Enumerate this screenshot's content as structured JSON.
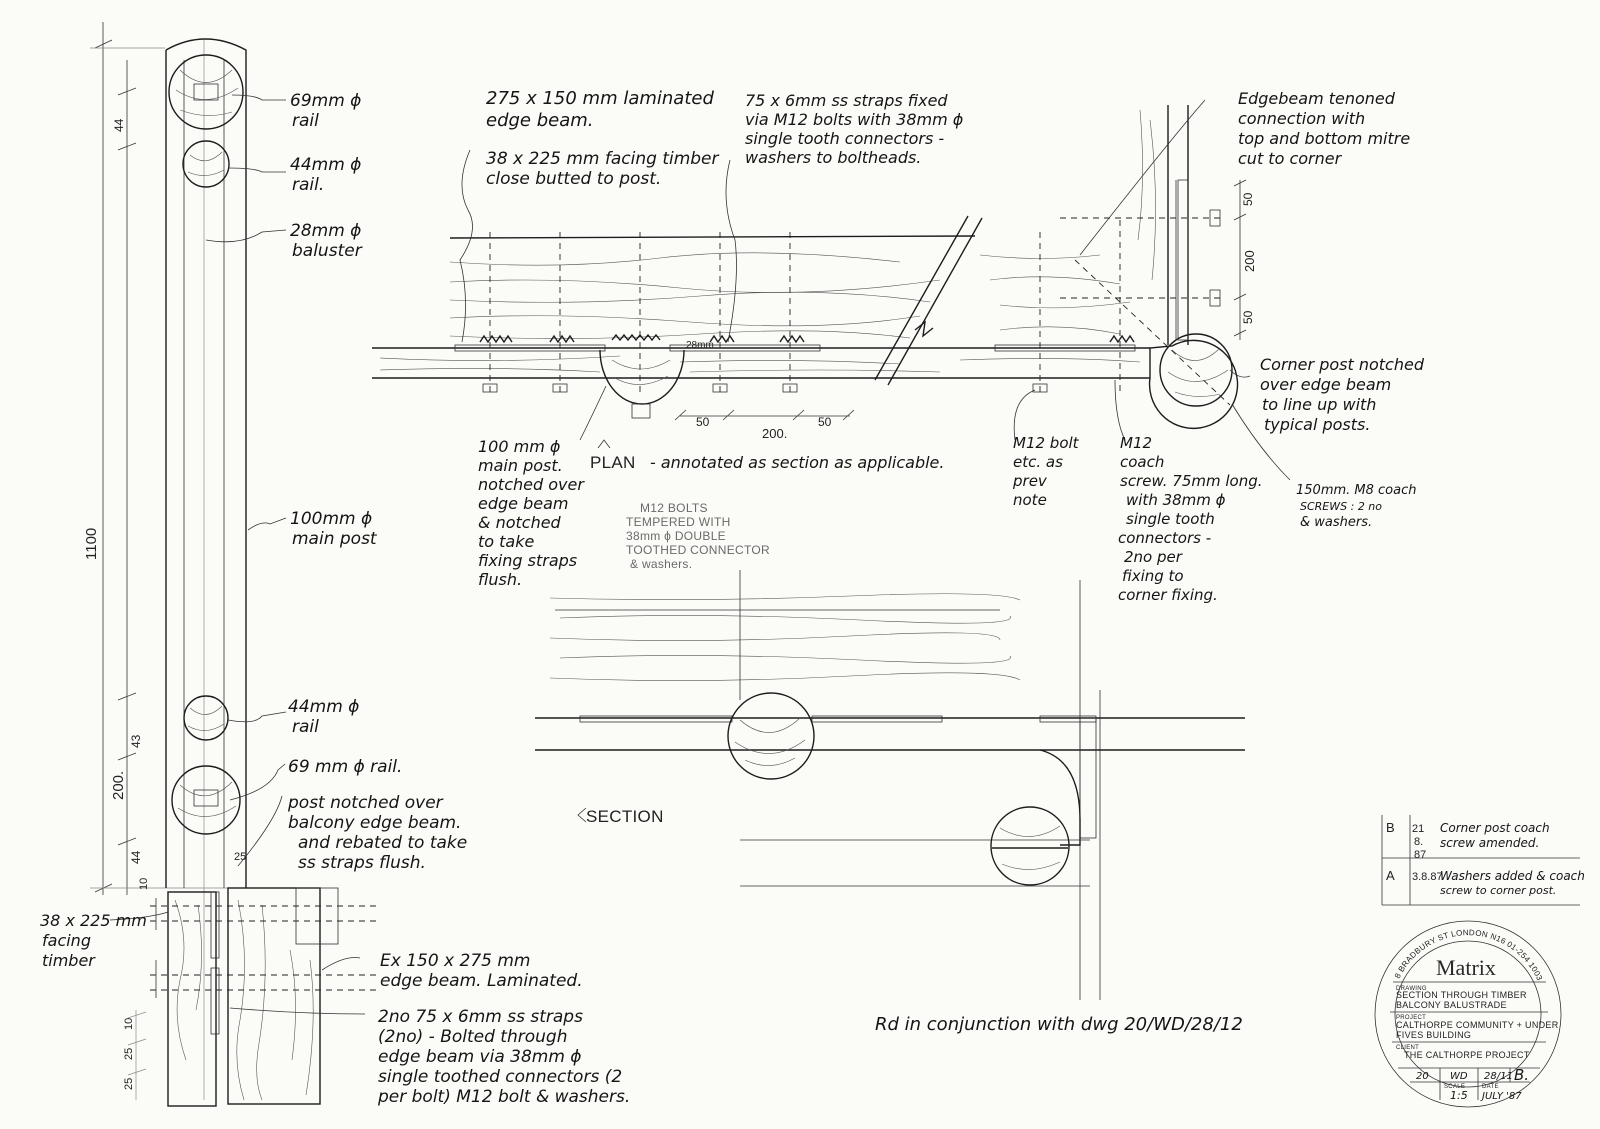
{
  "elevation": {
    "rail_top": [
      "69mm ϕ",
      "rail"
    ],
    "rail_second": [
      "44mm ϕ",
      "rail."
    ],
    "baluster": [
      "28mm ϕ",
      "baluster"
    ],
    "main_post": [
      "100mm ϕ",
      "main post"
    ],
    "rail_lower": [
      "44mm ϕ",
      "rail"
    ],
    "rail_bottom": "69 mm ϕ rail.",
    "post_note": [
      "post notched over",
      "balcony edge beam.",
      "and rebated to take",
      "ss straps flush."
    ],
    "facing_timber": [
      "38 x 225 mm",
      "facing",
      "timber"
    ],
    "edge_beam": [
      "Ex 150 x 275 mm",
      "edge beam. Laminated."
    ],
    "straps_note": [
      "2no 75 x 6mm ss straps",
      "(2no) - Bolted through",
      "edge beam via 38mm ϕ",
      "single toothed connectors (2",
      "per bolt) M12 bolt & washers."
    ],
    "dims": [
      "1100",
      "44",
      "200.",
      "43",
      "44",
      "10",
      "10",
      "25",
      "25",
      "25"
    ]
  },
  "plan": {
    "edge_beam_label": [
      "275 x 150 mm laminated",
      "edge beam."
    ],
    "facing_label": [
      "38 x 225 mm facing timber",
      "close butted to post."
    ],
    "straps_label": [
      "75 x 6mm ss straps fixed",
      "via M12 bolts with 38mm ϕ",
      "single tooth connectors -",
      "washers to boltheads."
    ],
    "tenon_label": [
      "Edgebeam tenoned",
      "connection with",
      "top and bottom mitre",
      "cut to corner"
    ],
    "corner_post_label": [
      "Corner post notched",
      "over edge beam",
      "to line up with",
      "typical posts."
    ],
    "main_post_label": [
      "100 mm ϕ",
      "main post.",
      "notched over",
      "edge beam",
      "& notched",
      "to take",
      "fixing straps",
      "flush."
    ],
    "title": "PLAN",
    "subtitle": "- annotated as section as applicable.",
    "bolt_label": [
      "M12 bolt",
      "etc. as",
      "prev",
      "note"
    ],
    "coach_label": [
      "M12",
      "coach",
      "screw. 75mm long.",
      "with 38mm ϕ",
      "single tooth",
      "connectors -",
      "2no per",
      "fixing to",
      "corner fixing."
    ],
    "m8_label": [
      "150mm. M8 coach",
      "SCREWS : 2 no",
      "& washers."
    ],
    "m12_bolts_label": [
      "M12 BOLTS",
      "TEMPERED WITH",
      "38mm ϕ DOUBLE",
      "TOOTHED CONNECTOR",
      "& washers."
    ],
    "dims": [
      "28mm",
      "50",
      "200.",
      "50",
      "50",
      "200",
      "50"
    ]
  },
  "section": {
    "title": "SECTION"
  },
  "reference_note": "Rd in conjunction with dwg 20/WD/28/12",
  "revisions": [
    {
      "rev": "B",
      "date": [
        "21",
        "8.",
        "87"
      ],
      "note": [
        "Corner post coach",
        "screw amended."
      ]
    },
    {
      "rev": "A",
      "date": [
        "3.8.87"
      ],
      "note": [
        "Washers added & coach",
        "screw to corner post."
      ]
    }
  ],
  "title_block": {
    "ring_text": "8 BRADBURY ST LONDON N16 01-254 1003",
    "firm": "Matrix",
    "drawing_label": "DRAWING",
    "drawing": [
      "SECTION THROUGH TIMBER",
      "BALCONY BALUSTRADE"
    ],
    "project_label": "PROJECT",
    "project": [
      "CALTHORPE COMMUNITY + UNDER",
      "FIVES BUILDING"
    ],
    "client_label": "CLIENT",
    "client": "THE CALTHORPE PROJECT",
    "number": [
      "20",
      "WD",
      "28/11"
    ],
    "revision": "B.",
    "scale_label": "SCALE",
    "scale": "1:5",
    "date_label": "DATE",
    "date": "JULY '87"
  }
}
